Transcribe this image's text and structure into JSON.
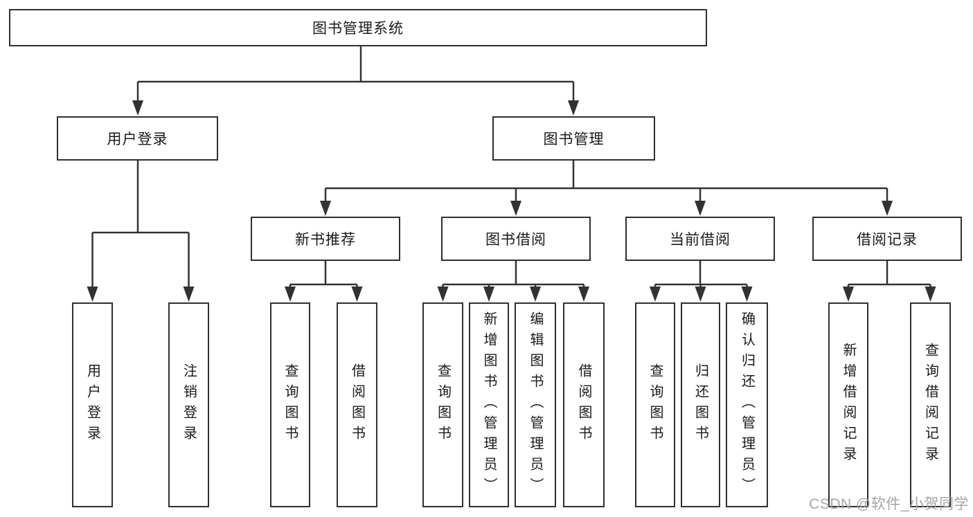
{
  "diagram": {
    "root": {
      "label": "图书管理系统"
    },
    "level2": [
      {
        "label": "用户登录"
      },
      {
        "label": "图书管理"
      }
    ],
    "level3": [
      {
        "label": "新书推荐"
      },
      {
        "label": "图书借阅"
      },
      {
        "label": "当前借阅"
      },
      {
        "label": "借阅记录"
      }
    ],
    "leaves": [
      {
        "label": "用户登录"
      },
      {
        "label": "注销登录"
      },
      {
        "label": "查询图书"
      },
      {
        "label": "借阅图书"
      },
      {
        "label": "查询图书"
      },
      {
        "label": "新增图书（管理员）"
      },
      {
        "label": "编辑图书（管理员）"
      },
      {
        "label": "借阅图书"
      },
      {
        "label": "查询图书"
      },
      {
        "label": "归还图书"
      },
      {
        "label": "确认归还（管理员）"
      },
      {
        "label": "新增借阅记录"
      },
      {
        "label": "查询借阅记录"
      }
    ]
  },
  "watermark": {
    "text": "CSDN @软件_小贺同学"
  },
  "colors": {
    "line": "#323232",
    "box_border": "#2f2f2f",
    "box_fill": "#ffffff",
    "text": "#1a1a1a",
    "watermark": "#a6a6a6",
    "background": "#ffffff"
  }
}
